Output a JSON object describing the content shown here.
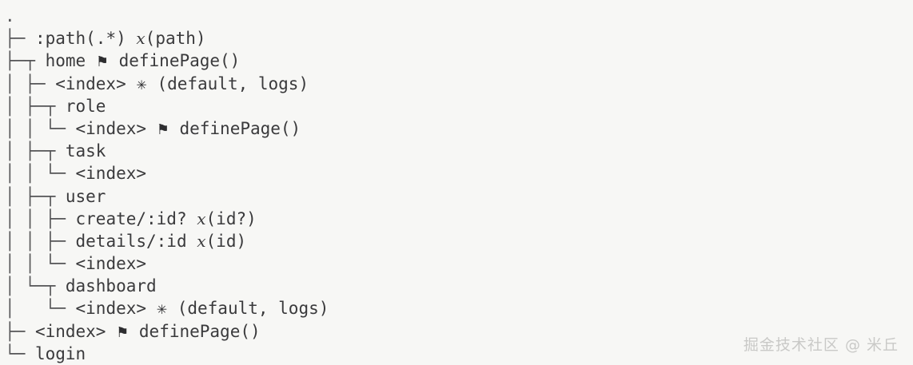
{
  "view": {
    "kind": "terminal-route-tree",
    "background_color": "#f7f7f5",
    "text_color": "#3a3a3c",
    "branch_color": "#555557",
    "watermark_color": "#c9c9c7"
  },
  "glyphs": {
    "flag": "⚑",
    "star": "✳",
    "param_x": "x",
    "root": "."
  },
  "rows": [
    {
      "id": "root",
      "branch": ".",
      "name": "",
      "marker": "",
      "params": "",
      "handler": "",
      "depth": 0
    },
    {
      "id": "path-catchall",
      "branch": "├─ ",
      "name": ":path(.*)",
      "marker": "",
      "param_x": "x",
      "params": "(path)",
      "handler": "",
      "depth": 1
    },
    {
      "id": "home",
      "branch": "├─┬ ",
      "name": "home",
      "marker": "flag",
      "params": "",
      "handler": "definePage()",
      "depth": 1
    },
    {
      "id": "home-index",
      "branch": "│ ├─ ",
      "name": "<index>",
      "marker": "star",
      "params": "(default, logs)",
      "handler": "",
      "depth": 2
    },
    {
      "id": "home-role",
      "branch": "│ ├─┬ ",
      "name": "role",
      "marker": "",
      "params": "",
      "handler": "",
      "depth": 2
    },
    {
      "id": "home-role-index",
      "branch": "│ │ └─ ",
      "name": "<index>",
      "marker": "flag",
      "params": "",
      "handler": "definePage()",
      "depth": 3
    },
    {
      "id": "home-task",
      "branch": "│ ├─┬ ",
      "name": "task",
      "marker": "",
      "params": "",
      "handler": "",
      "depth": 2
    },
    {
      "id": "home-task-index",
      "branch": "│ │ └─ ",
      "name": "<index>",
      "marker": "",
      "params": "",
      "handler": "",
      "depth": 3
    },
    {
      "id": "home-user",
      "branch": "│ ├─┬ ",
      "name": "user",
      "marker": "",
      "params": "",
      "handler": "",
      "depth": 2
    },
    {
      "id": "home-user-create",
      "branch": "│ │ ├─ ",
      "name": "create/:id?",
      "marker": "",
      "param_x": "x",
      "params": "(id?)",
      "handler": "",
      "depth": 3
    },
    {
      "id": "home-user-details",
      "branch": "│ │ ├─ ",
      "name": "details/:id",
      "marker": "",
      "param_x": "x",
      "params": "(id)",
      "handler": "",
      "depth": 3
    },
    {
      "id": "home-user-index",
      "branch": "│ │ └─ ",
      "name": "<index>",
      "marker": "",
      "params": "",
      "handler": "",
      "depth": 3
    },
    {
      "id": "home-dashboard",
      "branch": "│ └─┬ ",
      "name": "dashboard",
      "marker": "",
      "params": "",
      "handler": "",
      "depth": 2
    },
    {
      "id": "home-dashboard-index",
      "branch": "│   └─ ",
      "name": "<index>",
      "marker": "star",
      "params": "(default, logs)",
      "handler": "",
      "depth": 3
    },
    {
      "id": "root-index",
      "branch": "├─ ",
      "name": "<index>",
      "marker": "flag",
      "params": "",
      "handler": "definePage()",
      "depth": 1
    },
    {
      "id": "login",
      "branch": "└─ ",
      "name": "login",
      "marker": "",
      "params": "",
      "handler": "",
      "depth": 1
    }
  ],
  "watermark": {
    "text": "掘金技术社区 @ 米丘"
  }
}
